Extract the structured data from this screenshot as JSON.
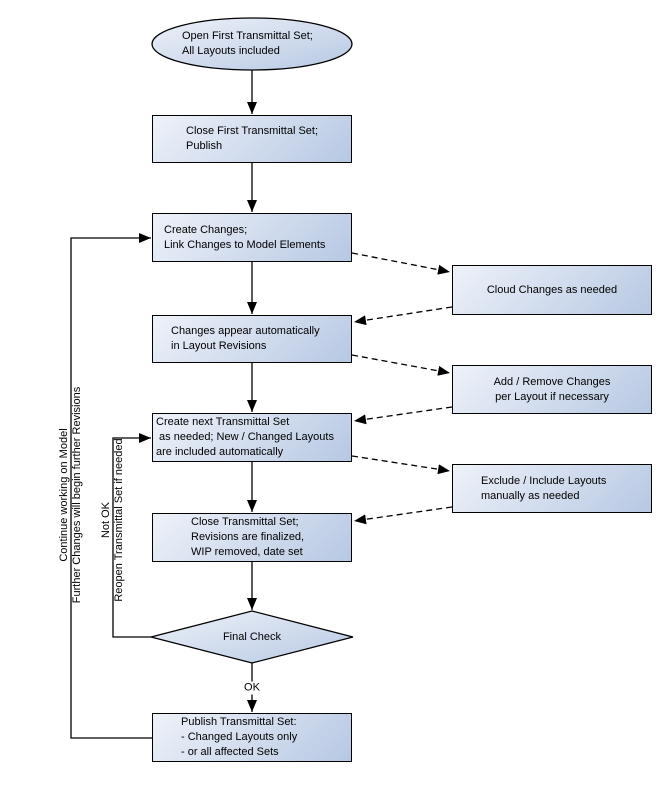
{
  "flowchart": {
    "nodes": {
      "open_first_set": {
        "type": "terminator",
        "lines": [
          "Open First Transmittal Set;",
          "All Layouts included"
        ]
      },
      "close_first_set": {
        "type": "process",
        "lines": [
          "Close First Transmittal Set;",
          "Publish"
        ]
      },
      "create_changes": {
        "type": "process",
        "lines": [
          "Create Changes;",
          "Link Changes to Model Elements"
        ]
      },
      "changes_appear": {
        "type": "process",
        "lines": [
          "Changes appear automatically",
          "in Layout Revisions"
        ]
      },
      "create_next_set": {
        "type": "process",
        "lines": [
          "Create next Transmittal Set",
          " as needed; New / Changed Layouts",
          "are included automatically"
        ]
      },
      "close_set": {
        "type": "process",
        "lines": [
          "Close Transmittal Set;",
          "Revisions are finalized,",
          "WIP removed, date set"
        ]
      },
      "final_check": {
        "type": "decision",
        "lines": [
          "Final Check"
        ]
      },
      "publish_set": {
        "type": "process",
        "lines": [
          "Publish Transmittal Set:",
          "- Changed Layouts only",
          "- or all affected Sets"
        ]
      },
      "cloud_changes": {
        "type": "process",
        "lines": [
          "Cloud Changes as needed"
        ]
      },
      "add_remove": {
        "type": "process",
        "lines": [
          "Add / Remove Changes",
          "per Layout if necessary"
        ]
      },
      "exclude_include": {
        "type": "process",
        "lines": [
          "Exclude / Include Layouts",
          "manually as needed"
        ]
      }
    },
    "edge_labels": {
      "ok": "OK",
      "not_ok_loop": {
        "lines": [
          "Not OK",
          "Reopen Transmittal Set if needed"
        ]
      },
      "continue_loop": {
        "lines": [
          "Continue working on Model",
          "Further Changes will begin further Revisions"
        ]
      }
    },
    "colors": {
      "node_fill_light": "#eef2f9",
      "node_fill_dark": "#b7c8e3",
      "node_border": "#000000",
      "line": "#000000",
      "text": "#000000",
      "background": "#ffffff"
    }
  }
}
